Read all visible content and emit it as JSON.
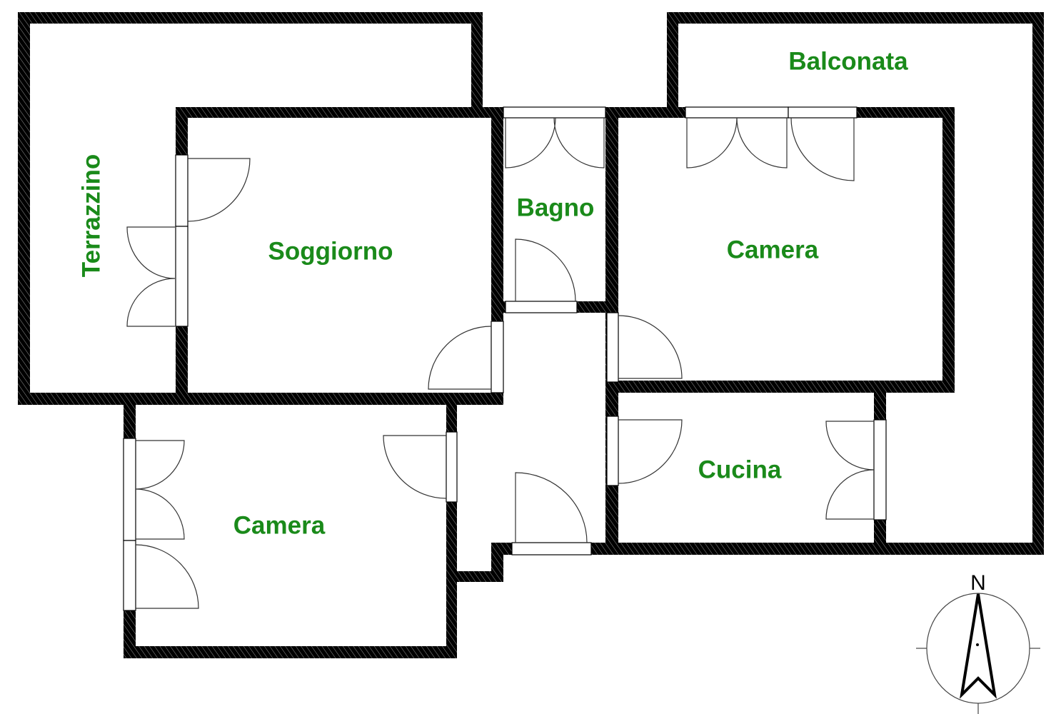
{
  "colors": {
    "label": "#1a8a1a",
    "wall": "#000000",
    "hatch": "#9a9a9a"
  },
  "rooms": {
    "terrazzino": "Terrazzino",
    "balconata": "Balconata",
    "soggiorno": "Soggiorno",
    "bagno": "Bagno",
    "camera_ne": "Camera",
    "cucina": "Cucina",
    "camera_sw": "Camera"
  },
  "compass": {
    "north_label": "N",
    "icon": "north-arrow-icon"
  }
}
